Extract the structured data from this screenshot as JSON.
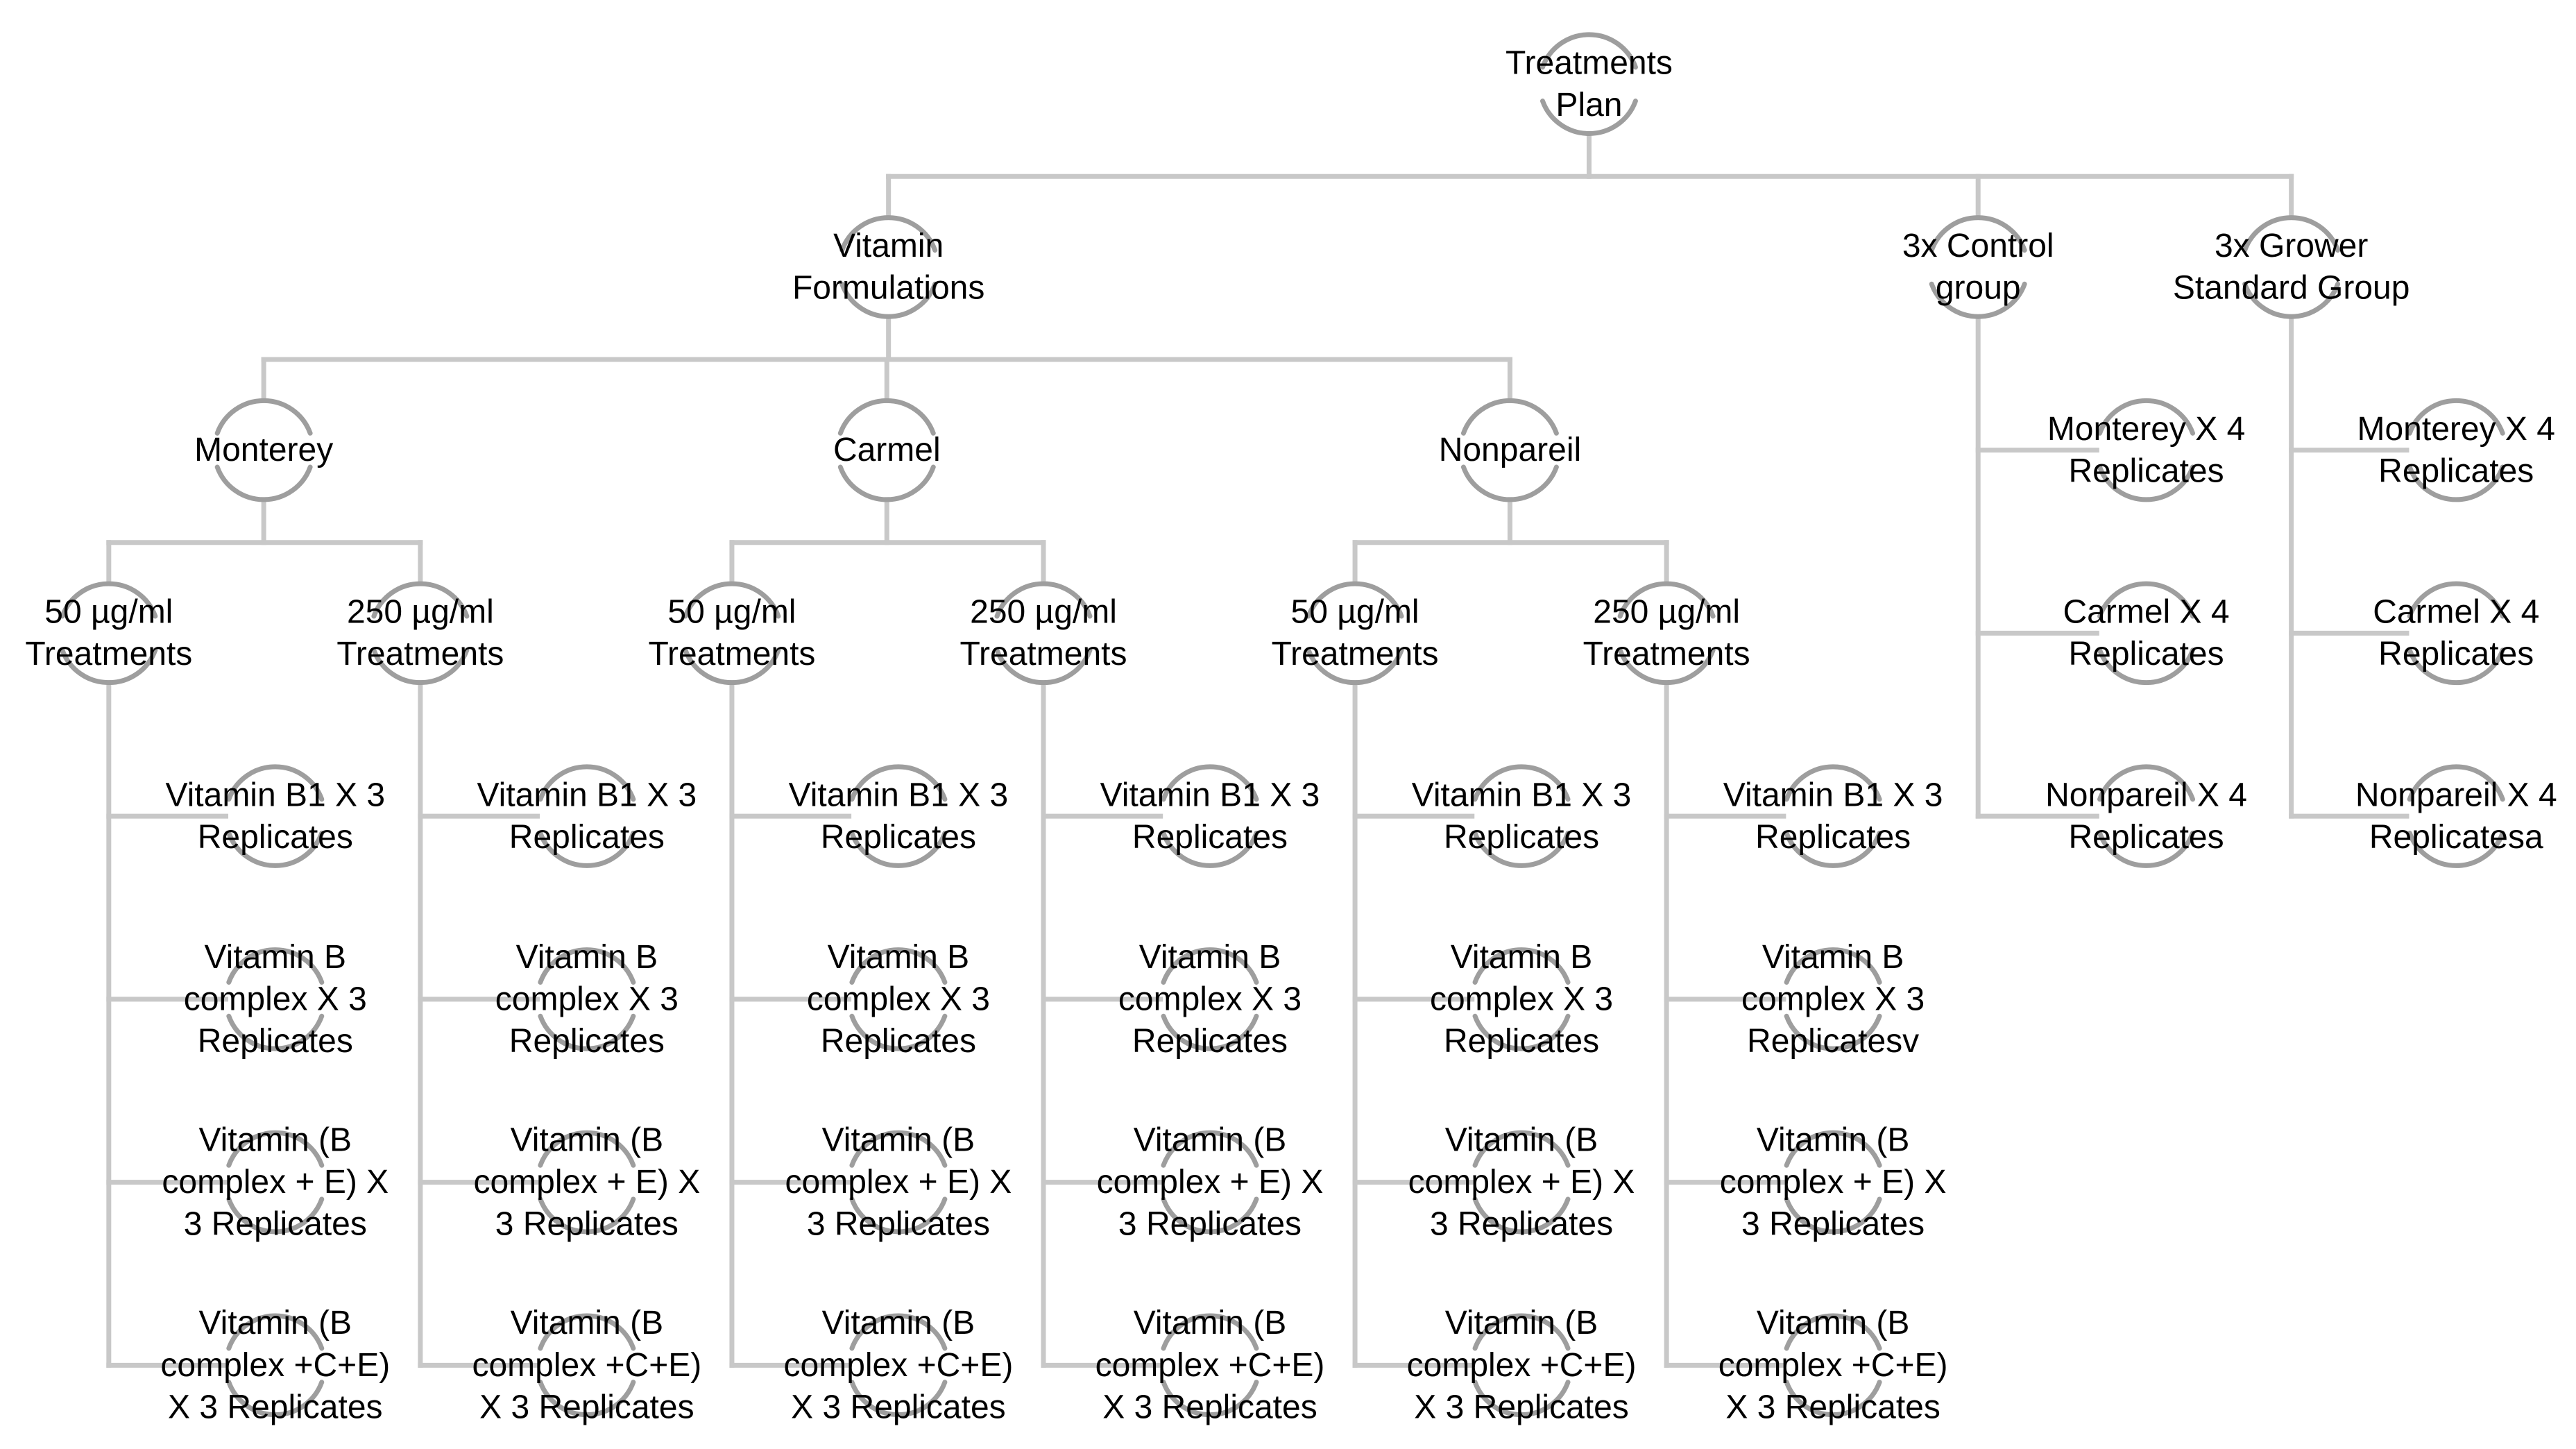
{
  "colors": {
    "connector": "#c8c8c8",
    "node_arc": "#9e9e9e",
    "text": "#000000",
    "background": "#ffffff"
  },
  "diagram": {
    "nodes": [
      {
        "id": "root",
        "lines": [
          "Treatments",
          "Plan"
        ]
      },
      {
        "id": "vitamin-formulations",
        "lines": [
          "Vitamin",
          "Formulations"
        ]
      },
      {
        "id": "control",
        "lines": [
          "3x Control",
          "group"
        ]
      },
      {
        "id": "grower",
        "lines": [
          "3x Grower",
          "Standard Group"
        ]
      },
      {
        "id": "monterey",
        "lines": [
          "Monterey"
        ]
      },
      {
        "id": "carmel",
        "lines": [
          "Carmel"
        ]
      },
      {
        "id": "nonpareil",
        "lines": [
          "Nonpareil"
        ]
      },
      {
        "id": "m-50",
        "lines": [
          "50 µg/ml",
          "Treatments"
        ]
      },
      {
        "id": "m-250",
        "lines": [
          "250 µg/ml",
          "Treatments"
        ]
      },
      {
        "id": "c-50",
        "lines": [
          "50 µg/ml",
          "Treatments"
        ]
      },
      {
        "id": "c-250",
        "lines": [
          "250 µg/ml",
          "Treatments"
        ]
      },
      {
        "id": "n-50",
        "lines": [
          "50 µg/ml",
          "Treatments"
        ]
      },
      {
        "id": "n-250",
        "lines": [
          "250 µg/ml",
          "Treatments"
        ]
      },
      {
        "id": "m50-b1",
        "lines": [
          "Vitamin B1 X 3",
          "Replicates"
        ]
      },
      {
        "id": "m50-bc",
        "lines": [
          "Vitamin B",
          "complex X 3",
          "Replicates"
        ]
      },
      {
        "id": "m50-bce",
        "lines": [
          "Vitamin (B",
          "complex + E) X",
          "3 Replicates"
        ]
      },
      {
        "id": "m50-bcce",
        "lines": [
          "Vitamin (B",
          "complex +C+E)",
          "X 3 Replicates"
        ]
      },
      {
        "id": "m250-b1",
        "lines": [
          "Vitamin B1 X 3",
          "Replicates"
        ]
      },
      {
        "id": "m250-bc",
        "lines": [
          "Vitamin B",
          "complex X 3",
          "Replicates"
        ]
      },
      {
        "id": "m250-bce",
        "lines": [
          "Vitamin (B",
          "complex + E) X",
          "3 Replicates"
        ]
      },
      {
        "id": "m250-bcce",
        "lines": [
          "Vitamin (B",
          "complex +C+E)",
          "X 3 Replicates"
        ]
      },
      {
        "id": "c50-b1",
        "lines": [
          "Vitamin B1 X 3",
          "Replicates"
        ]
      },
      {
        "id": "c50-bc",
        "lines": [
          "Vitamin B",
          "complex X 3",
          "Replicates"
        ]
      },
      {
        "id": "c50-bce",
        "lines": [
          "Vitamin (B",
          "complex + E) X",
          "3 Replicates"
        ]
      },
      {
        "id": "c50-bcce",
        "lines": [
          "Vitamin (B",
          "complex +C+E)",
          "X 3 Replicates"
        ]
      },
      {
        "id": "c250-b1",
        "lines": [
          "Vitamin B1 X 3",
          "Replicates"
        ]
      },
      {
        "id": "c250-bc",
        "lines": [
          "Vitamin B",
          "complex X 3",
          "Replicates"
        ]
      },
      {
        "id": "c250-bce",
        "lines": [
          "Vitamin (B",
          "complex + E) X",
          "3 Replicates"
        ]
      },
      {
        "id": "c250-bcce",
        "lines": [
          "Vitamin (B",
          "complex +C+E)",
          "X 3 Replicates"
        ]
      },
      {
        "id": "n50-b1",
        "lines": [
          "Vitamin B1 X 3",
          "Replicates"
        ]
      },
      {
        "id": "n50-bc",
        "lines": [
          "Vitamin B",
          "complex X 3",
          "Replicates"
        ]
      },
      {
        "id": "n50-bce",
        "lines": [
          "Vitamin (B",
          "complex + E) X",
          "3 Replicates"
        ]
      },
      {
        "id": "n50-bcce",
        "lines": [
          "Vitamin (B",
          "complex +C+E)",
          "X 3 Replicates"
        ]
      },
      {
        "id": "n250-b1",
        "lines": [
          "Vitamin B1 X 3",
          "Replicates"
        ]
      },
      {
        "id": "n250-bc",
        "lines": [
          "Vitamin B",
          "complex X 3",
          "Replicatesv"
        ]
      },
      {
        "id": "n250-bce",
        "lines": [
          "Vitamin (B",
          "complex + E) X",
          "3 Replicates"
        ]
      },
      {
        "id": "n250-bcce",
        "lines": [
          "Vitamin (B",
          "complex +C+E)",
          "X 3 Replicates"
        ]
      },
      {
        "id": "ctl-m",
        "lines": [
          "Monterey X 4",
          "Replicates"
        ]
      },
      {
        "id": "ctl-c",
        "lines": [
          "Carmel X 4",
          "Replicates"
        ]
      },
      {
        "id": "ctl-n",
        "lines": [
          "Nonpareil X 4",
          "Replicates"
        ]
      },
      {
        "id": "gro-m",
        "lines": [
          "Monterey X 4",
          "Replicates"
        ]
      },
      {
        "id": "gro-c",
        "lines": [
          "Carmel X 4",
          "Replicates"
        ]
      },
      {
        "id": "gro-n",
        "lines": [
          "Nonpareil X 4",
          "Replicatesa"
        ]
      }
    ]
  }
}
